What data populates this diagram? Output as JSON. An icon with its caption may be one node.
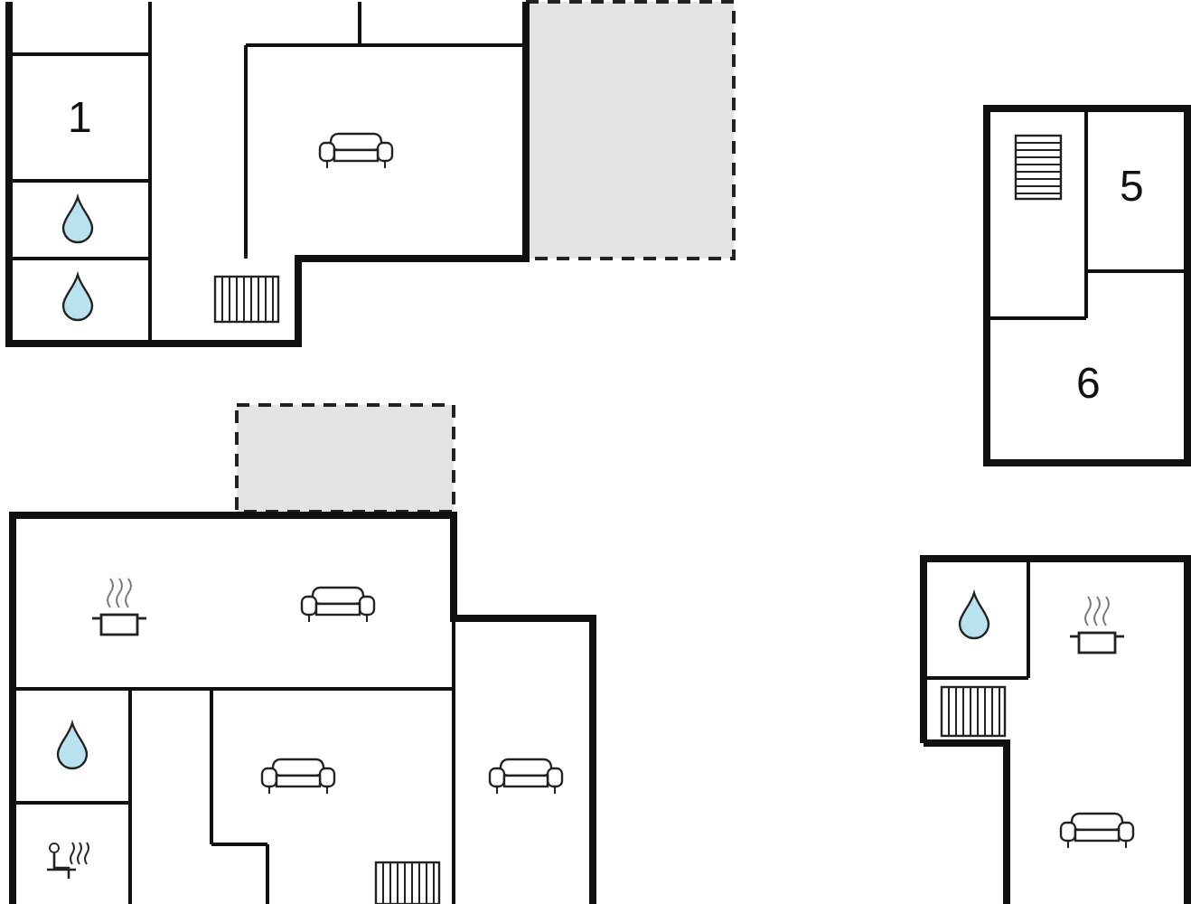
{
  "diagram": {
    "labels": [
      "1",
      "5",
      "6"
    ]
  }
}
